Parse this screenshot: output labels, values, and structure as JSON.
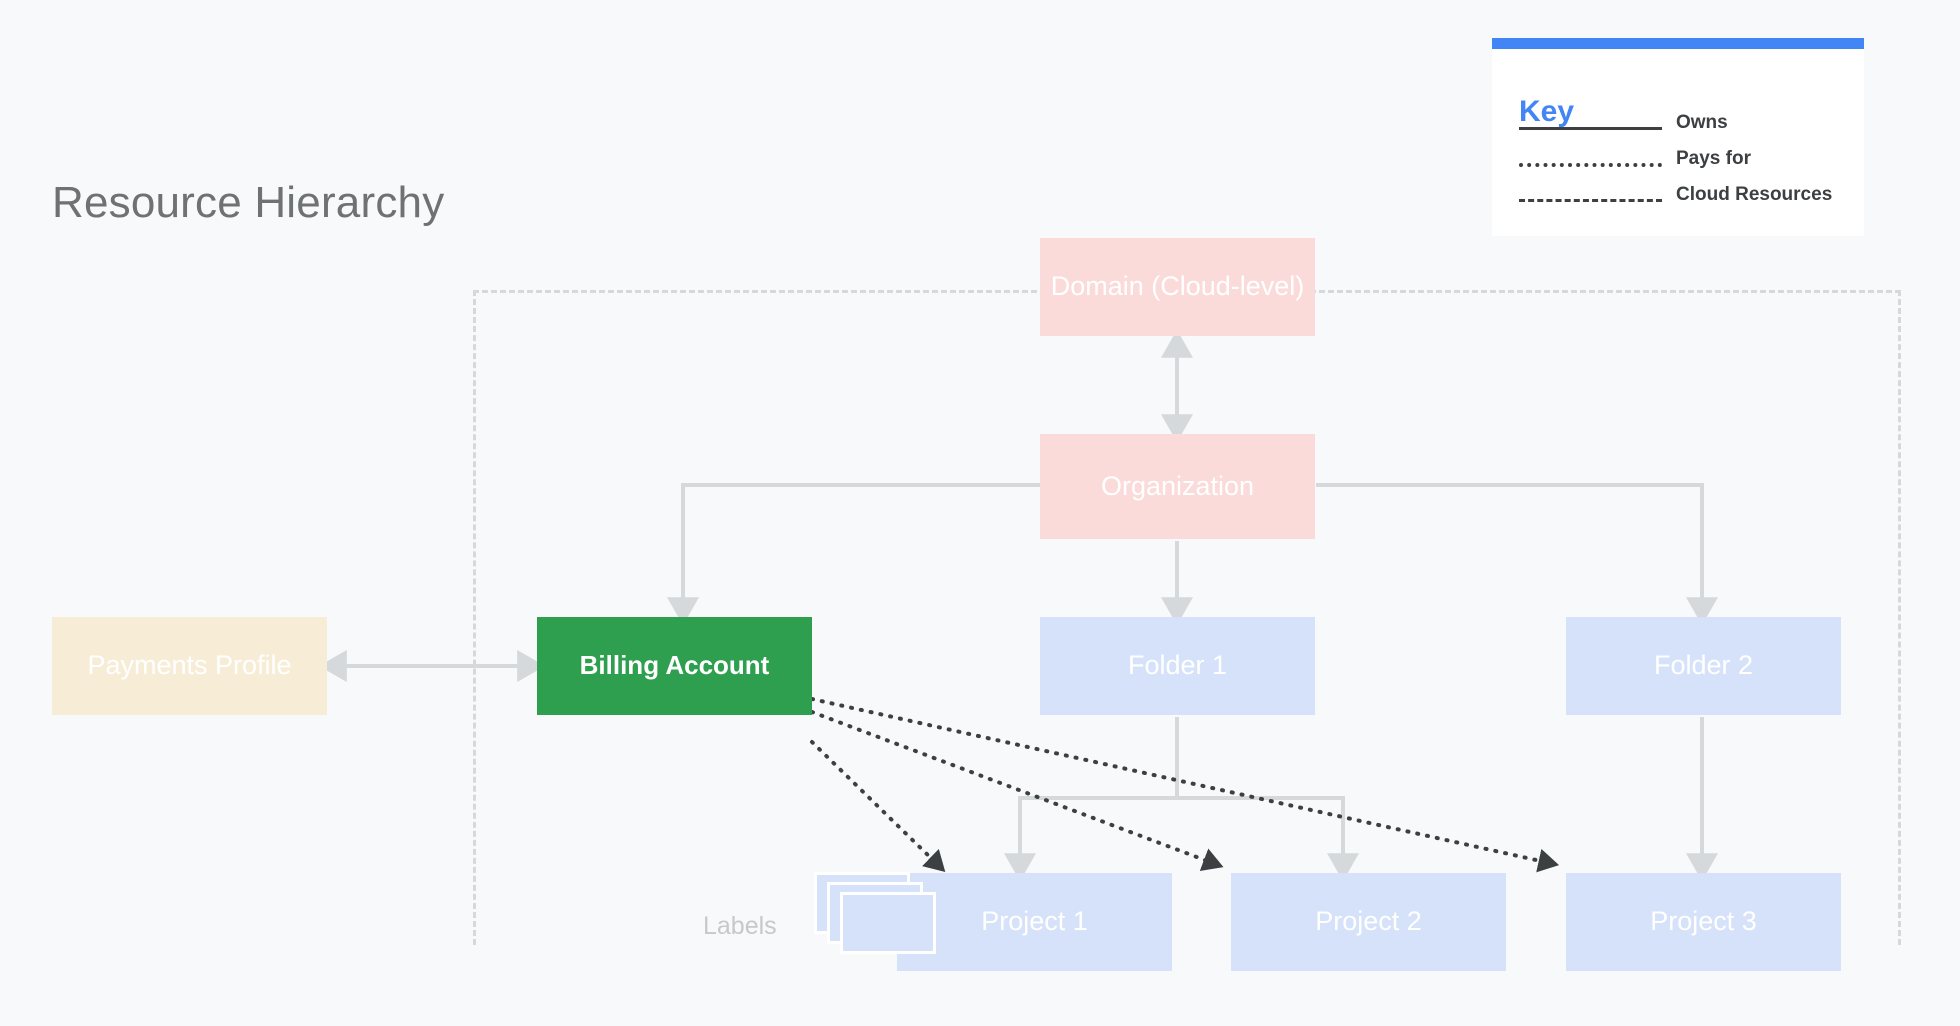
{
  "page": {
    "title": "Resource Hierarchy",
    "background_color": "#F7F9FA"
  },
  "key": {
    "heading": "Key",
    "accent_color": "#4285F4",
    "rows": [
      {
        "style": "solid",
        "label": "Owns"
      },
      {
        "style": "dotted",
        "label": "Pays for"
      },
      {
        "style": "dashed",
        "label": "Cloud Resources"
      }
    ]
  },
  "nodes": {
    "domain": {
      "label": "Domain (Cloud-level)",
      "color": "#FADBDA"
    },
    "organization": {
      "label": "Organization",
      "color": "#FADBDA"
    },
    "billing": {
      "label": "Billing Account",
      "color": "#2E9E4F"
    },
    "payments": {
      "label": "Payments Profile",
      "color": "#F7EDD6"
    },
    "folder1": {
      "label": "Folder 1",
      "color": "#D6E2FA"
    },
    "folder2": {
      "label": "Folder 2",
      "color": "#D6E2FA"
    },
    "project1": {
      "label": "Project 1",
      "color": "#D6E2FA"
    },
    "project2": {
      "label": "Project 2",
      "color": "#D6E2FA"
    },
    "project3": {
      "label": "Project 3",
      "color": "#D6E2FA"
    },
    "labels": {
      "label": "Labels",
      "color": "#D6E2FA"
    }
  },
  "edges": {
    "owns_color": "#D5D9DC",
    "pays_for_color": "#3C4043",
    "connections": [
      {
        "from": "domain",
        "to": "organization",
        "type": "owns",
        "bidirectional": true
      },
      {
        "from": "organization",
        "to": "billing",
        "type": "owns",
        "bidirectional": false
      },
      {
        "from": "organization",
        "to": "folder1",
        "type": "owns",
        "bidirectional": false
      },
      {
        "from": "organization",
        "to": "folder2",
        "type": "owns",
        "bidirectional": false
      },
      {
        "from": "payments",
        "to": "billing",
        "type": "owns",
        "bidirectional": true
      },
      {
        "from": "folder1",
        "to": "project1",
        "type": "owns",
        "bidirectional": false
      },
      {
        "from": "folder1",
        "to": "project2",
        "type": "owns",
        "bidirectional": false
      },
      {
        "from": "folder2",
        "to": "project3",
        "type": "owns",
        "bidirectional": false
      },
      {
        "from": "billing",
        "to": "project1",
        "type": "pays_for",
        "bidirectional": false
      },
      {
        "from": "billing",
        "to": "project2",
        "type": "pays_for",
        "bidirectional": false
      },
      {
        "from": "billing",
        "to": "project3",
        "type": "pays_for",
        "bidirectional": false
      }
    ]
  }
}
